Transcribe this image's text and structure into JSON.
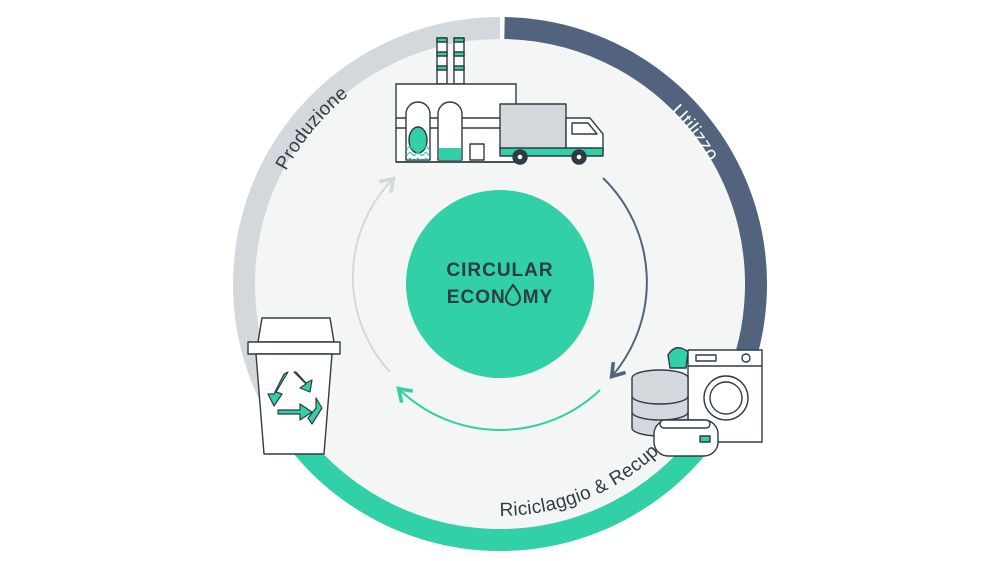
{
  "diagram": {
    "center": {
      "line1": "CIRCULAR",
      "line2_prefix": "ECON",
      "line2_suffix": "MY"
    },
    "stages": [
      {
        "label": "Produzione",
        "color": "#d3d8dd",
        "text_color": "#2f3b45"
      },
      {
        "label": "Utilizzo",
        "color": "#52647d",
        "text_color": "#ffffff"
      },
      {
        "label": "Riciclaggio & Recupero",
        "color": "#31d0a7",
        "text_color": "#2f3b45"
      }
    ],
    "colors": {
      "accent": "#31d0a7",
      "dark": "#2f3b45",
      "inner_background": "#f4f6f5",
      "arrow_light": "#d3d8dd",
      "arrow_dark": "#52647d",
      "arrow_green": "#31d0a7"
    },
    "icons": [
      "factory-icon",
      "truck-icon",
      "appliances-icon",
      "recycle-bin-icon",
      "water-drop-icon"
    ]
  }
}
